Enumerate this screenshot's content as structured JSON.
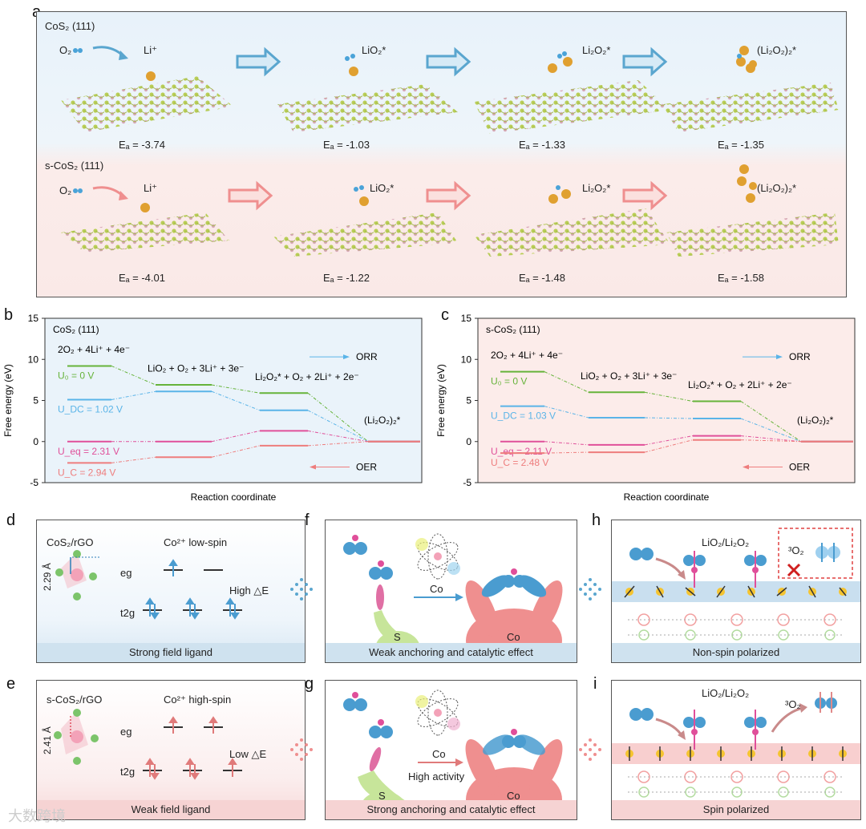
{
  "panel_a": {
    "label": "a",
    "rows": [
      {
        "title": "CoS₂ (111)",
        "o2": "O₂",
        "species": [
          "Li⁺",
          "LiO₂*",
          "Li₂O₂*",
          "(Li₂O₂)₂*"
        ],
        "energies": [
          "Eₐ = -3.74",
          "Eₐ = -1.03",
          "Eₐ = -1.33",
          "Eₐ = -1.35"
        ],
        "arrow_color": "#5aa6cf"
      },
      {
        "title": "s-CoS₂ (111)",
        "o2": "O₂",
        "species": [
          "Li⁺",
          "LiO₂*",
          "Li₂O₂*",
          "(Li₂O₂)₂*"
        ],
        "energies": [
          "Eₐ = -4.01",
          "Eₐ = -1.22",
          "Eₐ = -1.48",
          "Eₐ = -1.58"
        ],
        "arrow_color": "#ef8f8f"
      }
    ]
  },
  "chart_data": [
    {
      "type": "line",
      "panel": "b",
      "title": "CoS₂ (111)",
      "xlabel": "Reaction coordinate",
      "ylabel": "Free energy (eV)",
      "ylim": [
        -5,
        15
      ],
      "yticks": [
        "-5",
        "0",
        "5",
        "10",
        "15"
      ],
      "step_labels": [
        "2O₂ + 4Li⁺ + 4e⁻",
        "LiO₂ + O₂ + 3Li⁺ + 3e⁻",
        "Li₂O₂* + O₂ + 2Li⁺ + 2e⁻",
        "(Li₂O₂)₂*"
      ],
      "series": [
        {
          "name": "U₀ = 0 V",
          "color": "#66b33a",
          "values": [
            9.2,
            6.9,
            5.9,
            0
          ]
        },
        {
          "name": "U_DC = 1.02 V",
          "color": "#5ab4e8",
          "values": [
            5.1,
            6.1,
            3.8,
            0
          ]
        },
        {
          "name": "U_eq = 2.31 V",
          "color": "#e0509a",
          "values": [
            0,
            0,
            1.3,
            0
          ]
        },
        {
          "name": "U_C = 2.94 V",
          "color": "#ee7d7d",
          "values": [
            -2.6,
            -1.9,
            -0.5,
            0
          ]
        }
      ],
      "legend": [
        "ORR",
        "OER"
      ]
    },
    {
      "type": "line",
      "panel": "c",
      "title": "s-CoS₂ (111)",
      "xlabel": "Reaction coordinate",
      "ylabel": "Free energy (eV)",
      "ylim": [
        -5,
        15
      ],
      "yticks": [
        "-5",
        "0",
        "5",
        "10",
        "15"
      ],
      "step_labels": [
        "2O₂ + 4Li⁺ + 4e⁻",
        "LiO₂ + O₂ + 3Li⁺ + 3e⁻",
        "Li₂O₂* + O₂ + 2Li⁺ + 2e⁻",
        "(Li₂O₂)₂*"
      ],
      "series": [
        {
          "name": "U₀ = 0 V",
          "color": "#66b33a",
          "values": [
            8.5,
            6.0,
            4.9,
            0
          ]
        },
        {
          "name": "U_DC = 1.03 V",
          "color": "#5ab4e8",
          "values": [
            4.3,
            2.9,
            2.8,
            0
          ]
        },
        {
          "name": "U_eq = 2.11 V",
          "color": "#e0509a",
          "values": [
            0,
            -0.4,
            0.7,
            0
          ]
        },
        {
          "name": "U_C = 2.48 V",
          "color": "#ee7d7d",
          "values": [
            -1.4,
            -1.3,
            0.2,
            0
          ]
        }
      ],
      "legend": [
        "ORR",
        "OER"
      ]
    }
  ],
  "panel_d": {
    "label": "d",
    "material": "CoS₂/rGO",
    "spin": "Co²⁺ low-spin",
    "bond": "2.29 Å",
    "eg": "eg",
    "t2g": "t2g",
    "gap": "High △E",
    "footer": "Strong field ligand"
  },
  "panel_e": {
    "label": "e",
    "material": "s-CoS₂/rGO",
    "spin": "Co²⁺ high-spin",
    "bond": "2.41 Å",
    "eg": "eg",
    "t2g": "t2g",
    "gap": "Low △E",
    "footer": "Weak field ligand"
  },
  "panel_f": {
    "label": "f",
    "co": "Co",
    "s": "S",
    "co2": "Co",
    "footer": "Weak anchoring and catalytic effect"
  },
  "panel_g": {
    "label": "g",
    "co": "Co",
    "activity": "High activity",
    "s": "S",
    "co2": "Co",
    "footer": "Strong anchoring and catalytic effect"
  },
  "panel_h": {
    "label": "h",
    "product": "LiO₂/Li₂O₂",
    "o2": "³O₂",
    "footer": "Non-spin polarized"
  },
  "panel_i": {
    "label": "i",
    "product": "LiO₂/Li₂O₂",
    "o2": "³O₂",
    "footer": "Spin polarized"
  },
  "watermark": "大数跨境",
  "colors": {
    "blue": "#5aa6cf",
    "pink": "#ef8f8f",
    "green": "#66b33a",
    "magenta": "#e0509a"
  }
}
